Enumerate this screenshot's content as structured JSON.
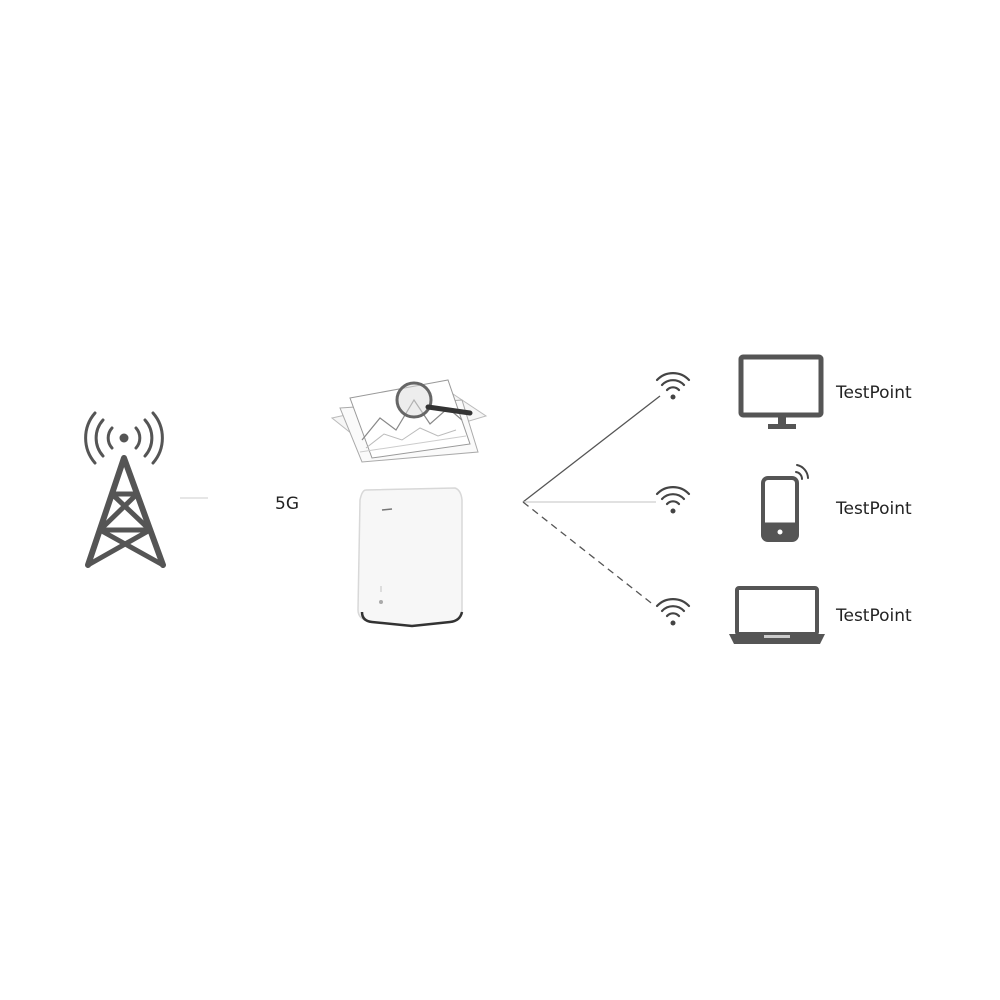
{
  "diagram": {
    "link_label": "5G",
    "endpoints": [
      {
        "device": "desktop-monitor",
        "label": "TestPoint",
        "link_style": "solid"
      },
      {
        "device": "smartphone",
        "label": "TestPoint",
        "link_style": "faint"
      },
      {
        "device": "laptop",
        "label": "TestPoint",
        "link_style": "dashed"
      }
    ],
    "colors": {
      "icon": "#555555",
      "line": "#555555",
      "router_body": "#f7f7f7",
      "text": "#222222"
    },
    "icons": [
      "cell-tower-icon",
      "analysis-report-icon",
      "cpe-router-icon",
      "wifi-signal-icon",
      "monitor-icon",
      "phone-icon",
      "laptop-icon"
    ]
  }
}
